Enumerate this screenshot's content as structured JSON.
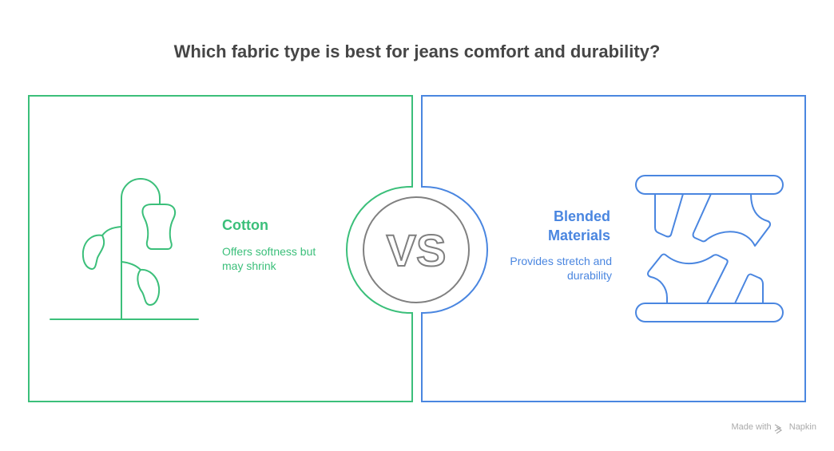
{
  "title": "Which fabric type is best for jeans comfort and durability?",
  "left": {
    "heading": "Cotton",
    "description": "Offers softness but may shrink",
    "icon": "cotton-plant-icon",
    "color": "#3bbf7a"
  },
  "right": {
    "heading_line1": "Blended",
    "heading_line2": "Materials",
    "description": "Provides stretch and durability",
    "icon": "blended-fabric-icon",
    "color": "#4a86e0"
  },
  "vs": "VS",
  "footer": {
    "made_with": "Made with",
    "brand": "Napkin"
  }
}
